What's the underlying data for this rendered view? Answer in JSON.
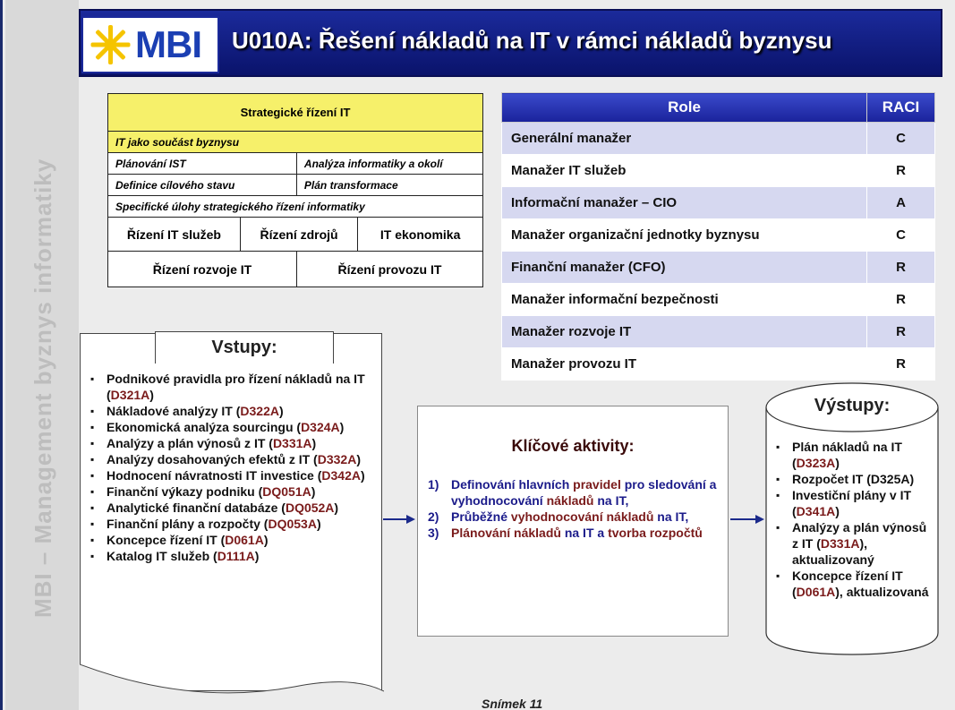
{
  "side_label": "MBI – Management byznys informatiky",
  "header": {
    "logo_text": "MBI",
    "title": "U010A: Řešení nákladů na IT v rámci nákladů byznysu"
  },
  "strategic": {
    "head": "Strategické řízení IT",
    "row1": "IT jako součást byznysu",
    "row2a": "Plánování IST",
    "row2b": "Analýza informatiky a okolí",
    "row3a": "Definice cílového stavu",
    "row3b": "Plán transformace",
    "row4": "Specifické úlohy strategického řízení informatiky",
    "row5a": "Řízení IT služeb",
    "row5b": "Řízení  zdrojů",
    "row5c": "IT ekonomika",
    "row6a": "Řízení rozvoje IT",
    "row6b": "Řízení provozu IT"
  },
  "raci": {
    "col_role": "Role",
    "col_raci": "RACI",
    "rows": [
      {
        "role": "Generální manažer",
        "value": "C"
      },
      {
        "role": "Manažer IT služeb",
        "value": "R"
      },
      {
        "role": "Informační manažer – CIO",
        "value": "A"
      },
      {
        "role": "Manažer organizační jednotky byznysu",
        "value": "C"
      },
      {
        "role": "Finanční manažer (CFO)",
        "value": "R"
      },
      {
        "role": "Manažer informační bezpečnosti",
        "value": "R"
      },
      {
        "role": "Manažer rozvoje IT",
        "value": "R"
      },
      {
        "role": "Manažer provozu IT",
        "value": "R"
      }
    ]
  },
  "inputs": {
    "title": "Vstupy:",
    "items": [
      {
        "text": "Podnikové pravidla pro řízení nákladů na IT (",
        "code": "D321A",
        "tail": ")"
      },
      {
        "text": "Nákladové analýzy IT (",
        "code": "D322A",
        "tail": ")"
      },
      {
        "text": "Ekonomická analýza sourcingu (",
        "code": "D324A",
        "tail": ")"
      },
      {
        "text": "Analýzy  a plán výnosů z IT (",
        "code": "D331A",
        "tail": ")"
      },
      {
        "text": "Analýzy  dosahovaných efektů z IT (",
        "code": "D332A",
        "tail": ")"
      },
      {
        "text": "Hodnocení návratnosti IT investice (",
        "code": "D342A",
        "tail": ")"
      },
      {
        "text": "Finanční výkazy podniku (",
        "code": "DQ051A",
        "tail": ")"
      },
      {
        "text": "Analytické finanční databáze (",
        "code": "DQ052A",
        "tail": ")"
      },
      {
        "text": "Finanční plány a rozpočty (",
        "code": "DQ053A",
        "tail": ")"
      },
      {
        "text": "Koncepce řízení IT (",
        "code": "D061A",
        "tail": ")"
      },
      {
        "text": "Katalog IT služeb (",
        "code": "D111A",
        "tail": ")"
      }
    ]
  },
  "key": {
    "title": "Klíčové aktivity:",
    "items": [
      {
        "num": "1)",
        "a": "Definování hlavních ",
        "kw1": "pravidel",
        "b": " pro sledování a vyhodnocování ",
        "kw2": "nákladů",
        "c": " na IT,"
      },
      {
        "num": "2)",
        "a": "Průběžné ",
        "kw1": "vyhodnocování nákladů",
        "b": " na IT,",
        "kw2": "",
        "c": ""
      },
      {
        "num": "3)",
        "a": "",
        "kw1": "Plánování nákladů",
        "b": " na IT a ",
        "kw2": "tvorba rozpočtů",
        "c": ""
      }
    ]
  },
  "outputs": {
    "title": "Výstupy:",
    "items": [
      {
        "text": "Plán nákladů na IT (",
        "code": "D323A",
        "tail": ")"
      },
      {
        "text": "Rozpočet IT (D325A)",
        "code": "",
        "tail": ""
      },
      {
        "text": "Investiční plány v IT (",
        "code": "D341A",
        "tail": ")"
      },
      {
        "text": "Analýzy  a plán výnosů z IT (",
        "code": "D331A",
        "tail": "), aktualizovaný"
      },
      {
        "text": "Koncepce řízení IT (",
        "code": "D061A",
        "tail": "), aktualizovaná"
      }
    ]
  },
  "footer": "Snímek  11",
  "colors": {
    "header_blue": "#0a136b",
    "yellow": "#f6f06a",
    "code_red": "#7a1b1b",
    "raci_band": "#d6d8f0"
  }
}
